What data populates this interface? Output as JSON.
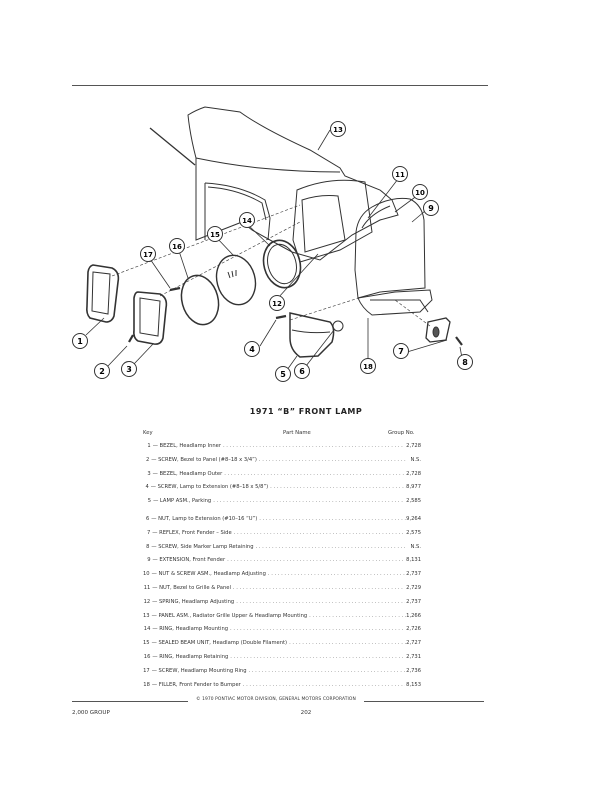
{
  "title": "1971 “B” FRONT LAMP",
  "table": {
    "headers": {
      "key": "Key",
      "part_name": "Part Name",
      "group_no": "Group No."
    },
    "rows": [
      {
        "key": "1",
        "name": "— BEZEL, Headlamp Inner",
        "group": "2,728"
      },
      {
        "key": "2",
        "name": "— SCREW, Bezel to Panel (#8–18 x 3/4”)",
        "group": "N.S."
      },
      {
        "key": "3",
        "name": "— BEZEL, Headlamp Outer",
        "group": "2,728"
      },
      {
        "key": "4",
        "name": "— SCREW, Lamp to Extension (#8–18 x 5/8”)",
        "group": "8,977"
      },
      {
        "key": "5",
        "name": "— LAMP ASM., Parking",
        "group": "2,585"
      },
      {
        "key": "6",
        "name": "— NUT, Lamp to Extension (#10–16 “U”)",
        "group": "9,264"
      },
      {
        "key": "7",
        "name": "— REFLEX, Front Fender – Side",
        "group": "2,575"
      },
      {
        "key": "8",
        "name": "— SCREW, Side Marker Lamp Retaining",
        "group": "N.S."
      },
      {
        "key": "9",
        "name": "— EXTENSION, Front Fender",
        "group": "8,131"
      },
      {
        "key": "10",
        "name": "— NUT & SCREW ASM., Headlamp Adjusting",
        "group": "2,737"
      },
      {
        "key": "11",
        "name": "— NUT, Bezel to Grille & Panel",
        "group": "2,729"
      },
      {
        "key": "12",
        "name": "— SPRING, Headlamp Adjusting",
        "group": "2,737"
      },
      {
        "key": "13",
        "name": "— PANEL ASM., Radiator Grille Upper & Headlamp Mounting",
        "group": "1,266"
      },
      {
        "key": "14",
        "name": "— RING, Headlamp Mounting",
        "group": "2,726"
      },
      {
        "key": "15",
        "name": "— SEALED BEAM UNIT, Headlamp (Double Filament)",
        "group": "2,727"
      },
      {
        "key": "16",
        "name": "— RING, Headlamp Retaining",
        "group": "2,731"
      },
      {
        "key": "17",
        "name": "— SCREW, Headlamp Mounting Ring",
        "group": "2,736"
      },
      {
        "key": "18",
        "name": "— FILLER, Front Fender to Bumper",
        "group": "8,153"
      }
    ]
  },
  "diagram": {
    "callouts": [
      "1",
      "2",
      "3",
      "4",
      "5",
      "6",
      "7",
      "8",
      "9",
      "10",
      "11",
      "12",
      "13",
      "14",
      "15",
      "16",
      "17",
      "18"
    ]
  },
  "footer": {
    "copyright": "© 1970 PONTIAC MOTOR DIVISION, GENERAL MOTORS CORPORATION",
    "group_label": "2,000 GROUP",
    "page_number": "202"
  },
  "colors": {
    "ink": "#222222",
    "paper": "#ffffff"
  }
}
